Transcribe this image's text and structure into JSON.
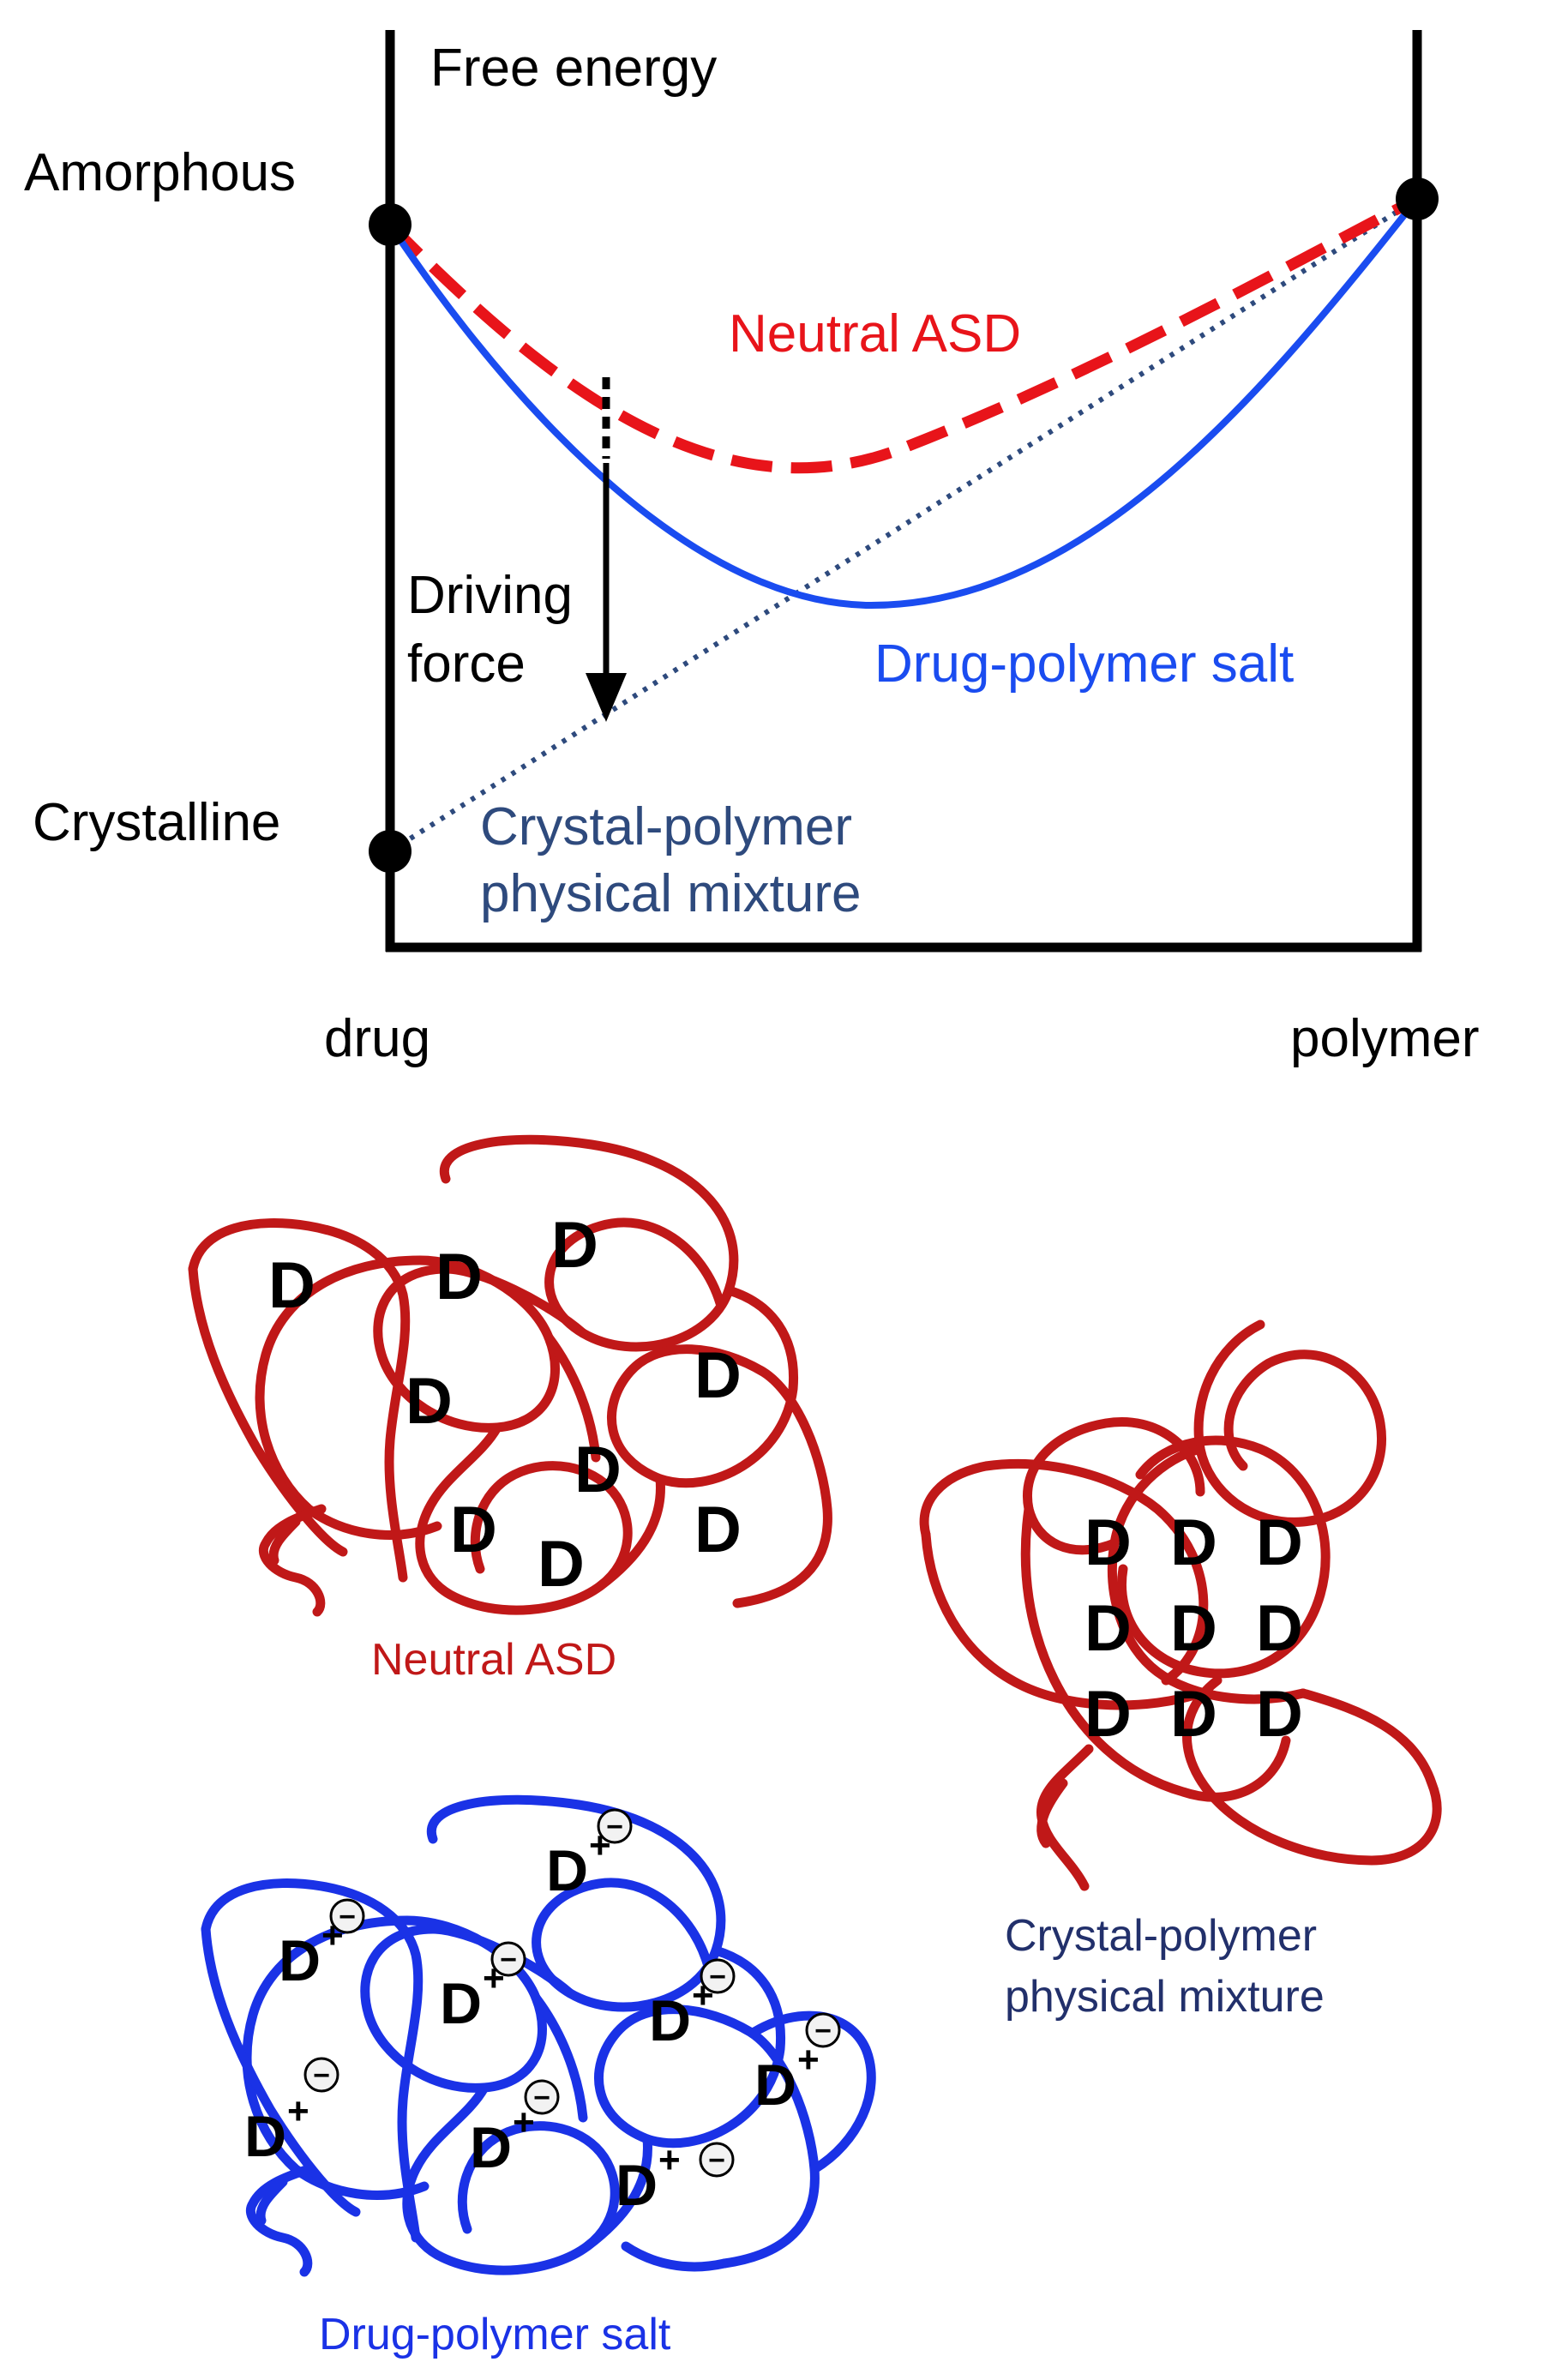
{
  "energy_diagram": {
    "y_axis_title": "Free energy",
    "state_amorphous": "Amorphous",
    "state_crystalline": "Crystalline",
    "x_left": "drug",
    "x_right": "polymer",
    "curve_neutral_label": "Neutral ASD",
    "curve_salt_label": "Drug-polymer salt",
    "line_mixture_label_1": "Crystal-polymer",
    "line_mixture_label_2": "physical mixture",
    "arrow_label_1": "Driving",
    "arrow_label_2": "force"
  },
  "illustrations": {
    "neutral_caption": "Neutral ASD",
    "mixture_caption_1": "Crystal-polymer",
    "mixture_caption_2": "physical mixture",
    "salt_caption": "Drug-polymer salt",
    "drug_symbol": "D",
    "cation_sign": "+",
    "anion_sign": "−"
  },
  "colors": {
    "neutral_asd": "#e8141a",
    "salt_curve": "#1a4cf0",
    "mixture_line": "#2e4a7d",
    "polymer_chain_red": "#c01818",
    "polymer_chain_blue": "#1a32e6",
    "mixture_caption": "#22306b",
    "salt_caption": "#1a32e6"
  }
}
